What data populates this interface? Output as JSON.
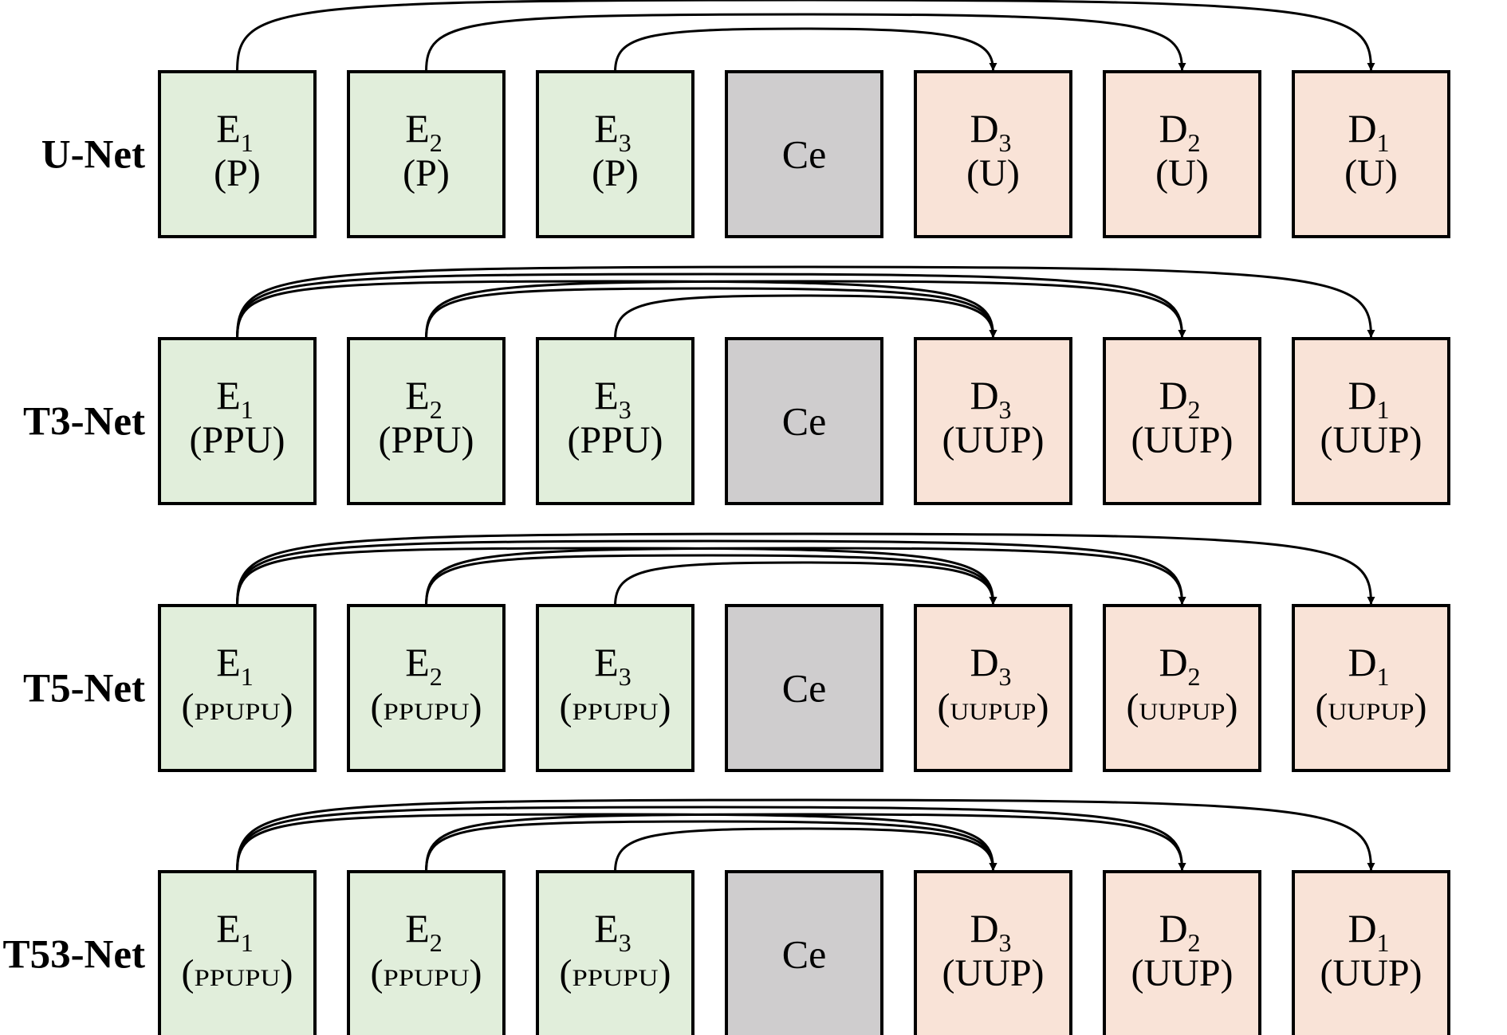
{
  "colors": {
    "encoder_fill": "#e1eedb",
    "center_fill": "#cfcdce",
    "decoder_fill": "#f9e3d7",
    "stroke": "#000000"
  },
  "rows": [
    {
      "label": "U-Net",
      "blocks": [
        {
          "kind": "encoder",
          "letter": "E",
          "sub": "1",
          "code": "P"
        },
        {
          "kind": "encoder",
          "letter": "E",
          "sub": "2",
          "code": "P"
        },
        {
          "kind": "encoder",
          "letter": "E",
          "sub": "3",
          "code": "P"
        },
        {
          "kind": "center",
          "letter": "Ce",
          "sub": "",
          "code": ""
        },
        {
          "kind": "decoder",
          "letter": "D",
          "sub": "3",
          "code": "U"
        },
        {
          "kind": "decoder",
          "letter": "D",
          "sub": "2",
          "code": "U"
        },
        {
          "kind": "decoder",
          "letter": "D",
          "sub": "1",
          "code": "U"
        }
      ],
      "connections": [
        [
          0,
          6
        ],
        [
          1,
          5
        ],
        [
          2,
          4
        ]
      ]
    },
    {
      "label": "T3-Net",
      "blocks": [
        {
          "kind": "encoder",
          "letter": "E",
          "sub": "1",
          "code": "PPU"
        },
        {
          "kind": "encoder",
          "letter": "E",
          "sub": "2",
          "code": "PPU"
        },
        {
          "kind": "encoder",
          "letter": "E",
          "sub": "3",
          "code": "PPU"
        },
        {
          "kind": "center",
          "letter": "Ce",
          "sub": "",
          "code": ""
        },
        {
          "kind": "decoder",
          "letter": "D",
          "sub": "3",
          "code": "UUP"
        },
        {
          "kind": "decoder",
          "letter": "D",
          "sub": "2",
          "code": "UUP"
        },
        {
          "kind": "decoder",
          "letter": "D",
          "sub": "1",
          "code": "UUP"
        }
      ],
      "connections": [
        [
          0,
          6
        ],
        [
          0,
          5
        ],
        [
          0,
          4
        ],
        [
          1,
          5
        ],
        [
          1,
          4
        ],
        [
          2,
          4
        ]
      ]
    },
    {
      "label": "T5-Net",
      "blocks": [
        {
          "kind": "encoder",
          "letter": "E",
          "sub": "1",
          "code": "PPUPU"
        },
        {
          "kind": "encoder",
          "letter": "E",
          "sub": "2",
          "code": "PPUPU"
        },
        {
          "kind": "encoder",
          "letter": "E",
          "sub": "3",
          "code": "PPUPU"
        },
        {
          "kind": "center",
          "letter": "Ce",
          "sub": "",
          "code": ""
        },
        {
          "kind": "decoder",
          "letter": "D",
          "sub": "3",
          "code": "UUPUP"
        },
        {
          "kind": "decoder",
          "letter": "D",
          "sub": "2",
          "code": "UUPUP"
        },
        {
          "kind": "decoder",
          "letter": "D",
          "sub": "1",
          "code": "UUPUP"
        }
      ],
      "connections": [
        [
          0,
          6
        ],
        [
          0,
          5
        ],
        [
          0,
          4
        ],
        [
          1,
          5
        ],
        [
          1,
          4
        ],
        [
          2,
          4
        ]
      ]
    },
    {
      "label": "T53-Net",
      "blocks": [
        {
          "kind": "encoder",
          "letter": "E",
          "sub": "1",
          "code": "PPUPU"
        },
        {
          "kind": "encoder",
          "letter": "E",
          "sub": "2",
          "code": "PPUPU"
        },
        {
          "kind": "encoder",
          "letter": "E",
          "sub": "3",
          "code": "PPUPU"
        },
        {
          "kind": "center",
          "letter": "Ce",
          "sub": "",
          "code": ""
        },
        {
          "kind": "decoder",
          "letter": "D",
          "sub": "3",
          "code": "UUP"
        },
        {
          "kind": "decoder",
          "letter": "D",
          "sub": "2",
          "code": "UUP"
        },
        {
          "kind": "decoder",
          "letter": "D",
          "sub": "1",
          "code": "UUP"
        }
      ],
      "connections": [
        [
          0,
          6
        ],
        [
          0,
          5
        ],
        [
          0,
          4
        ],
        [
          1,
          5
        ],
        [
          1,
          4
        ],
        [
          2,
          4
        ]
      ]
    }
  ]
}
